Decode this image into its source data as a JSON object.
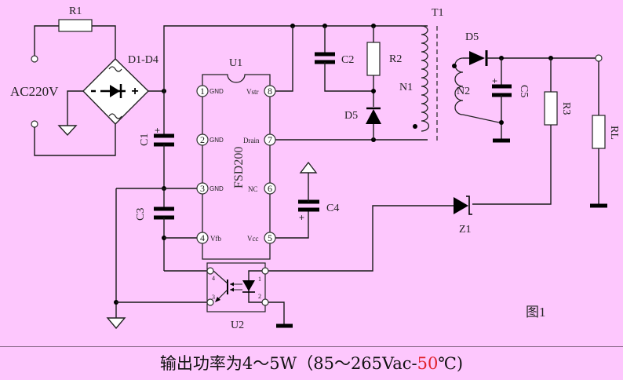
{
  "figure": {
    "label": "图1",
    "components": {
      "r1": "R1",
      "bridge": "D1-D4",
      "ac_source": "AC220V",
      "c1": "C1",
      "c2": "C2",
      "c3": "C3",
      "c4": "C4",
      "c5": "C5",
      "r2": "R2",
      "r3": "R3",
      "rl": "RL",
      "d5_primary": "D5",
      "d5_secondary": "D5",
      "z1": "Z1",
      "u1": "U1",
      "u2": "U2",
      "t1": "T1",
      "n1": "N1",
      "n2": "N2",
      "ic_part": "FSD200"
    },
    "u1_pins": [
      {
        "num": "1",
        "name": "GND"
      },
      {
        "num": "2",
        "name": "GND"
      },
      {
        "num": "3",
        "name": "GND"
      },
      {
        "num": "4",
        "name": "Vfb"
      },
      {
        "num": "5",
        "name": "Vcc"
      },
      {
        "num": "6",
        "name": "NC"
      },
      {
        "num": "7",
        "name": "Drain"
      },
      {
        "num": "8",
        "name": "Vstr"
      }
    ],
    "u2_pins": [
      "4",
      "3",
      "1",
      "2"
    ],
    "polarity_plus": "+",
    "polarity_minus": "-"
  },
  "caption": {
    "prefix": "输出功率为4～5W（85～265Vac-",
    "highlight": "50",
    "suffix": "℃)",
    "highlight_color": "#e0202a"
  }
}
